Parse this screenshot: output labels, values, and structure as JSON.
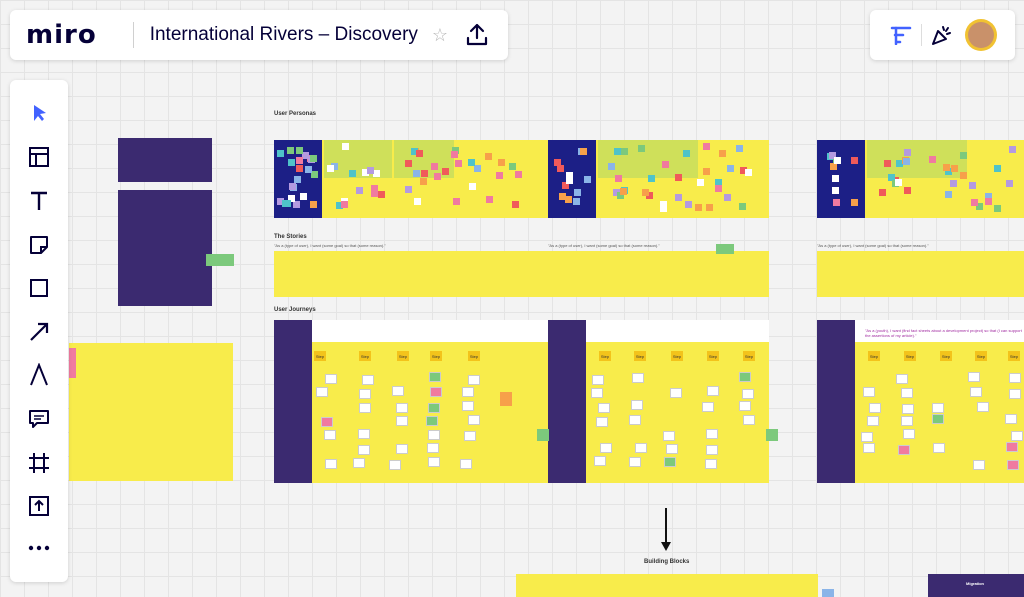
{
  "app": {
    "logo": "miro",
    "board_title": "International Rivers – Discovery"
  },
  "sections": {
    "user_personas": "User Personas",
    "the_stories": "The Stories",
    "user_journeys": "User Journeys",
    "building_blocks": "Building Blocks",
    "migration": "Migration"
  },
  "step_label": "Step",
  "story_quote": "\"As a (type of user), I want (some goal) so that (some reason).\"",
  "story_highlight": "\"As a (youth), I want (find fact sheets about a development project) so that (I can support the assertions of my article).\"",
  "colors": {
    "purple": "#3b2a70",
    "navy": "#1c1f86",
    "yellow": "#f8ec4b",
    "lime": "#cfe05a",
    "accent": "#4262ff"
  },
  "toolbar": [
    "select-icon",
    "templates-icon",
    "text-icon",
    "sticky-note-icon",
    "shape-icon",
    "arrow-icon",
    "pen-icon",
    "comment-icon",
    "frame-icon",
    "upload-icon",
    "more-icon"
  ]
}
